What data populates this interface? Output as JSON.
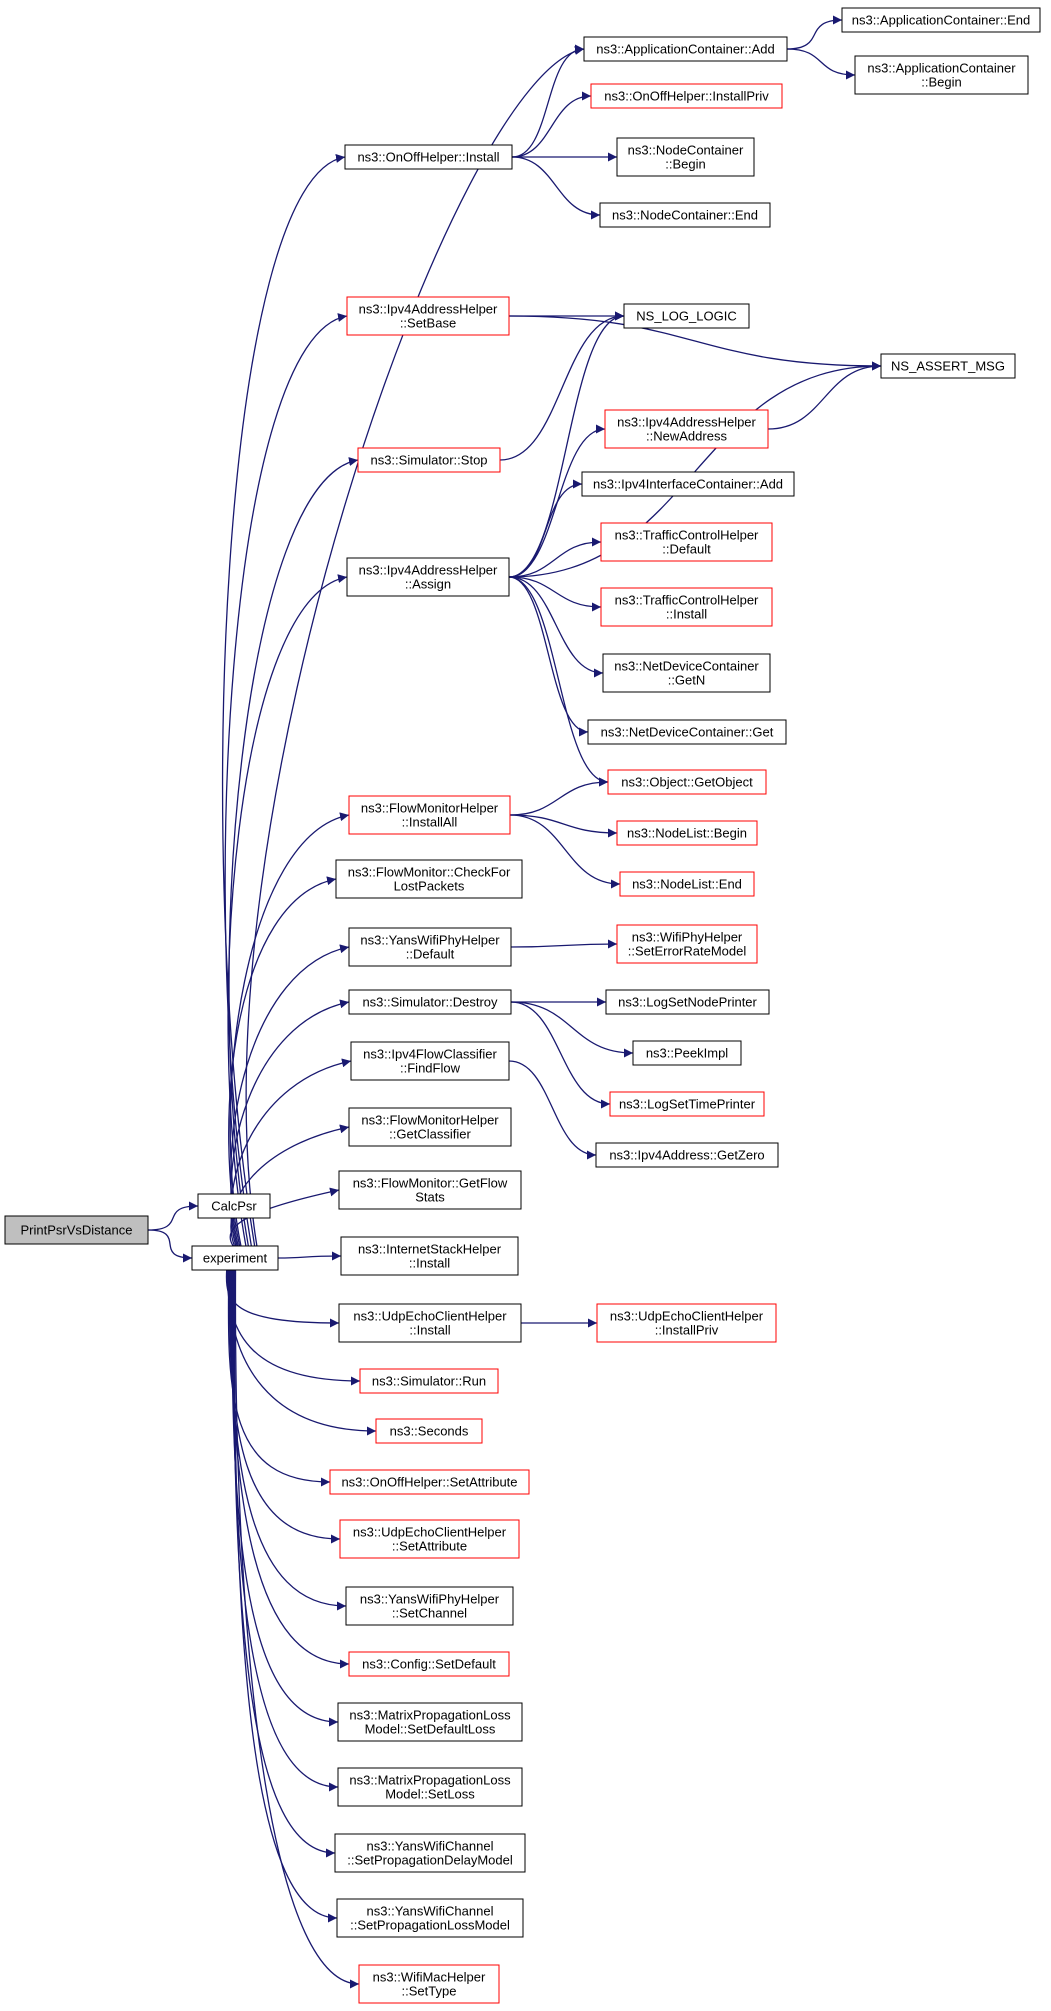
{
  "colors": {
    "edge": "#191970",
    "normal_border": "#000000",
    "truncated_border": "#ff0000",
    "root_fill": "#bfbfbf",
    "node_fill": "#ffffff"
  },
  "nodes": [
    {
      "id": "root",
      "lines": [
        "PrintPsrVsDistance"
      ],
      "kind": "root"
    },
    {
      "id": "calcpsr",
      "lines": [
        "CalcPsr"
      ],
      "kind": "normal"
    },
    {
      "id": "experiment",
      "lines": [
        "experiment"
      ],
      "kind": "normal"
    },
    {
      "id": "appadd",
      "lines": [
        "ns3::ApplicationContainer::Add"
      ],
      "kind": "normal"
    },
    {
      "id": "append",
      "lines": [
        "ns3::ApplicationContainer::End"
      ],
      "kind": "normal"
    },
    {
      "id": "appbegin",
      "lines": [
        "ns3::ApplicationContainer",
        "::Begin"
      ],
      "kind": "normal"
    },
    {
      "id": "onoffpriv",
      "lines": [
        "ns3::OnOffHelper::InstallPriv"
      ],
      "kind": "truncated"
    },
    {
      "id": "onoffinstall",
      "lines": [
        "ns3::OnOffHelper::Install"
      ],
      "kind": "normal"
    },
    {
      "id": "nodebegin",
      "lines": [
        "ns3::NodeContainer",
        "::Begin"
      ],
      "kind": "normal"
    },
    {
      "id": "nodeend",
      "lines": [
        "ns3::NodeContainer::End"
      ],
      "kind": "normal"
    },
    {
      "id": "setbase",
      "lines": [
        "ns3::Ipv4AddressHelper",
        "::SetBase"
      ],
      "kind": "truncated"
    },
    {
      "id": "loglogic",
      "lines": [
        "NS_LOG_LOGIC"
      ],
      "kind": "normal"
    },
    {
      "id": "assertmsg",
      "lines": [
        "NS_ASSERT_MSG"
      ],
      "kind": "normal"
    },
    {
      "id": "newaddress",
      "lines": [
        "ns3::Ipv4AddressHelper",
        "::NewAddress"
      ],
      "kind": "truncated"
    },
    {
      "id": "simstop",
      "lines": [
        "ns3::Simulator::Stop"
      ],
      "kind": "truncated"
    },
    {
      "id": "ifcadd",
      "lines": [
        "ns3::Ipv4InterfaceContainer::Add"
      ],
      "kind": "normal"
    },
    {
      "id": "assign",
      "lines": [
        "ns3::Ipv4AddressHelper",
        "::Assign"
      ],
      "kind": "normal"
    },
    {
      "id": "tcdefault",
      "lines": [
        "ns3::TrafficControlHelper",
        "::Default"
      ],
      "kind": "truncated"
    },
    {
      "id": "tcinstall",
      "lines": [
        "ns3::TrafficControlHelper",
        "::Install"
      ],
      "kind": "truncated"
    },
    {
      "id": "ndcgetn",
      "lines": [
        "ns3::NetDeviceContainer",
        "::GetN"
      ],
      "kind": "normal"
    },
    {
      "id": "ndcget",
      "lines": [
        "ns3::NetDeviceContainer::Get"
      ],
      "kind": "normal"
    },
    {
      "id": "getobject",
      "lines": [
        "ns3::Object::GetObject"
      ],
      "kind": "truncated"
    },
    {
      "id": "fmhinstallall",
      "lines": [
        "ns3::FlowMonitorHelper",
        "::InstallAll"
      ],
      "kind": "truncated"
    },
    {
      "id": "nlbegin",
      "lines": [
        "ns3::NodeList::Begin"
      ],
      "kind": "truncated"
    },
    {
      "id": "nlend",
      "lines": [
        "ns3::NodeList::End"
      ],
      "kind": "truncated"
    },
    {
      "id": "checklost",
      "lines": [
        "ns3::FlowMonitor::CheckFor",
        "LostPackets"
      ],
      "kind": "normal"
    },
    {
      "id": "yansdefault",
      "lines": [
        "ns3::YansWifiPhyHelper",
        "::Default"
      ],
      "kind": "normal"
    },
    {
      "id": "seterr",
      "lines": [
        "ns3::WifiPhyHelper",
        "::SetErrorRateModel"
      ],
      "kind": "truncated"
    },
    {
      "id": "simdestroy",
      "lines": [
        "ns3::Simulator::Destroy"
      ],
      "kind": "normal"
    },
    {
      "id": "lognode",
      "lines": [
        "ns3::LogSetNodePrinter"
      ],
      "kind": "normal"
    },
    {
      "id": "peekimpl",
      "lines": [
        "ns3::PeekImpl"
      ],
      "kind": "normal"
    },
    {
      "id": "logtime",
      "lines": [
        "ns3::LogSetTimePrinter"
      ],
      "kind": "truncated"
    },
    {
      "id": "findflow",
      "lines": [
        "ns3::Ipv4FlowClassifier",
        "::FindFlow"
      ],
      "kind": "normal"
    },
    {
      "id": "getzero",
      "lines": [
        "ns3::Ipv4Address::GetZero"
      ],
      "kind": "normal"
    },
    {
      "id": "getclassifier",
      "lines": [
        "ns3::FlowMonitorHelper",
        "::GetClassifier"
      ],
      "kind": "normal"
    },
    {
      "id": "getflowstats",
      "lines": [
        "ns3::FlowMonitor::GetFlow",
        "Stats"
      ],
      "kind": "normal"
    },
    {
      "id": "inetinstall",
      "lines": [
        "ns3::InternetStackHelper",
        "::Install"
      ],
      "kind": "normal"
    },
    {
      "id": "udpinstall",
      "lines": [
        "ns3::UdpEchoClientHelper",
        "::Install"
      ],
      "kind": "normal"
    },
    {
      "id": "udpinstallpriv",
      "lines": [
        "ns3::UdpEchoClientHelper",
        "::InstallPriv"
      ],
      "kind": "truncated"
    },
    {
      "id": "simrun",
      "lines": [
        "ns3::Simulator::Run"
      ],
      "kind": "truncated"
    },
    {
      "id": "seconds",
      "lines": [
        "ns3::Seconds"
      ],
      "kind": "truncated"
    },
    {
      "id": "onoffsetattr",
      "lines": [
        "ns3::OnOffHelper::SetAttribute"
      ],
      "kind": "truncated"
    },
    {
      "id": "udpsetattr",
      "lines": [
        "ns3::UdpEchoClientHelper",
        "::SetAttribute"
      ],
      "kind": "truncated"
    },
    {
      "id": "setchannel",
      "lines": [
        "ns3::YansWifiPhyHelper",
        "::SetChannel"
      ],
      "kind": "normal"
    },
    {
      "id": "cfgdefault",
      "lines": [
        "ns3::Config::SetDefault"
      ],
      "kind": "truncated"
    },
    {
      "id": "setdefaultloss",
      "lines": [
        "ns3::MatrixPropagationLoss",
        "Model::SetDefaultLoss"
      ],
      "kind": "normal"
    },
    {
      "id": "setloss",
      "lines": [
        "ns3::MatrixPropagationLoss",
        "Model::SetLoss"
      ],
      "kind": "normal"
    },
    {
      "id": "setpropdelay",
      "lines": [
        "ns3::YansWifiChannel",
        "::SetPropagationDelayModel"
      ],
      "kind": "normal"
    },
    {
      "id": "setproploss",
      "lines": [
        "ns3::YansWifiChannel",
        "::SetPropagationLossModel"
      ],
      "kind": "normal"
    },
    {
      "id": "settype",
      "lines": [
        "ns3::WifiMacHelper",
        "::SetType"
      ],
      "kind": "truncated"
    }
  ],
  "edges": [
    [
      "root",
      "calcpsr"
    ],
    [
      "root",
      "experiment"
    ],
    [
      "experiment",
      "appadd"
    ],
    [
      "experiment",
      "onoffinstall"
    ],
    [
      "experiment",
      "setbase"
    ],
    [
      "experiment",
      "simstop"
    ],
    [
      "experiment",
      "assign"
    ],
    [
      "experiment",
      "fmhinstallall"
    ],
    [
      "experiment",
      "checklost"
    ],
    [
      "experiment",
      "yansdefault"
    ],
    [
      "experiment",
      "simdestroy"
    ],
    [
      "experiment",
      "findflow"
    ],
    [
      "experiment",
      "getclassifier"
    ],
    [
      "experiment",
      "getflowstats"
    ],
    [
      "experiment",
      "inetinstall"
    ],
    [
      "experiment",
      "udpinstall"
    ],
    [
      "experiment",
      "simrun"
    ],
    [
      "experiment",
      "seconds"
    ],
    [
      "experiment",
      "onoffsetattr"
    ],
    [
      "experiment",
      "udpsetattr"
    ],
    [
      "experiment",
      "setchannel"
    ],
    [
      "experiment",
      "cfgdefault"
    ],
    [
      "experiment",
      "setdefaultloss"
    ],
    [
      "experiment",
      "setloss"
    ],
    [
      "experiment",
      "setpropdelay"
    ],
    [
      "experiment",
      "setproploss"
    ],
    [
      "experiment",
      "settype"
    ],
    [
      "appadd",
      "append"
    ],
    [
      "appadd",
      "appbegin"
    ],
    [
      "onoffinstall",
      "appadd"
    ],
    [
      "onoffinstall",
      "onoffpriv"
    ],
    [
      "onoffinstall",
      "nodebegin"
    ],
    [
      "onoffinstall",
      "nodeend"
    ],
    [
      "setbase",
      "loglogic"
    ],
    [
      "setbase",
      "assertmsg"
    ],
    [
      "simstop",
      "loglogic"
    ],
    [
      "newaddress",
      "assertmsg"
    ],
    [
      "assign",
      "loglogic"
    ],
    [
      "assign",
      "assertmsg"
    ],
    [
      "assign",
      "newaddress"
    ],
    [
      "assign",
      "ifcadd"
    ],
    [
      "assign",
      "tcdefault"
    ],
    [
      "assign",
      "tcinstall"
    ],
    [
      "assign",
      "ndcgetn"
    ],
    [
      "assign",
      "ndcget"
    ],
    [
      "assign",
      "getobject"
    ],
    [
      "fmhinstallall",
      "getobject"
    ],
    [
      "fmhinstallall",
      "nlbegin"
    ],
    [
      "fmhinstallall",
      "nlend"
    ],
    [
      "yansdefault",
      "seterr"
    ],
    [
      "simdestroy",
      "lognode"
    ],
    [
      "simdestroy",
      "peekimpl"
    ],
    [
      "simdestroy",
      "logtime"
    ],
    [
      "findflow",
      "getzero"
    ],
    [
      "udpinstall",
      "udpinstallpriv"
    ]
  ]
}
